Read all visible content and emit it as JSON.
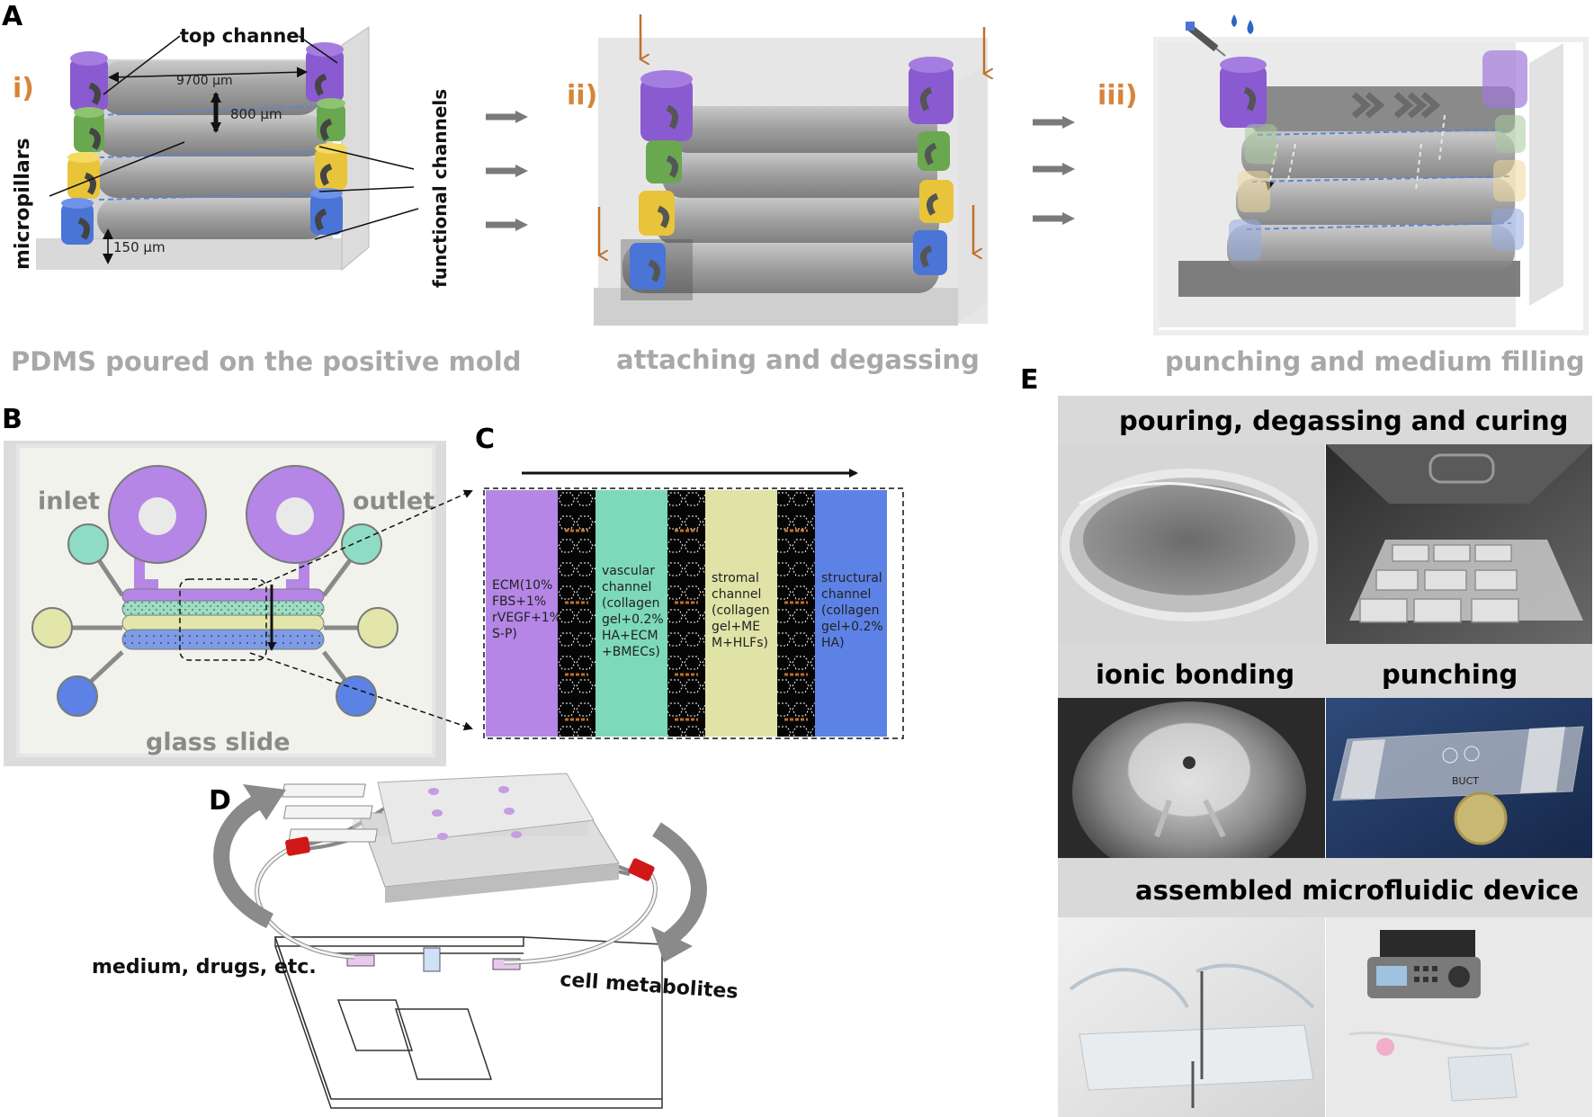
{
  "panels": {
    "a": "A",
    "b": "B",
    "c": "C",
    "d": "D",
    "e": "E"
  },
  "panel_a": {
    "steps": [
      "i)",
      "ii)",
      "iii)"
    ],
    "captions": [
      "PDMS poured on the positive mold",
      "attaching and degassing",
      "punching and medium filling"
    ],
    "labels": {
      "top_channel": "top channel",
      "width": "9700 μm",
      "height": "800 μm",
      "gap": "150 μm",
      "micropillars": "micropillars",
      "functional_channels": "functional channels"
    }
  },
  "panel_b": {
    "inlet": "inlet",
    "outlet": "outlet",
    "glass": "glass slide"
  },
  "panel_c": {
    "channels": [
      {
        "lines": [
          "ECM(10%",
          "FBS+1%",
          "rVEGF+1%",
          "S-P)"
        ],
        "color": "#b586e6"
      },
      {
        "lines": [
          "vascular",
          "channel",
          "(collagen",
          "gel+0.2%",
          "HA+ECM",
          "+BMECs)"
        ],
        "color": "#7dd9ba"
      },
      {
        "lines": [
          "stromal",
          "channel",
          "(collagen",
          "gel+ME",
          "M+HLFs)"
        ],
        "color": "#dfe3a6"
      },
      {
        "lines": [
          "structural",
          "channel",
          "(collagen",
          "gel+0.2%",
          "HA)"
        ],
        "color": "#5c82e6"
      }
    ]
  },
  "panel_d": {
    "left": "medium, drugs, etc.",
    "right": "cell metabolites"
  },
  "panel_e": {
    "row1": "pouring, degassing and curing",
    "row2_left": "ionic bonding",
    "row2_right": "punching",
    "row3": "assembled microfluidic device",
    "chip_text": "BUCT"
  },
  "colors": {
    "purple": "#8a5ad0",
    "green": "#6aa84f",
    "yellow": "#e8c43a",
    "blue": "#4a74d6",
    "orange": "#c0702a",
    "grey_arrow": "#7a7a7a"
  }
}
